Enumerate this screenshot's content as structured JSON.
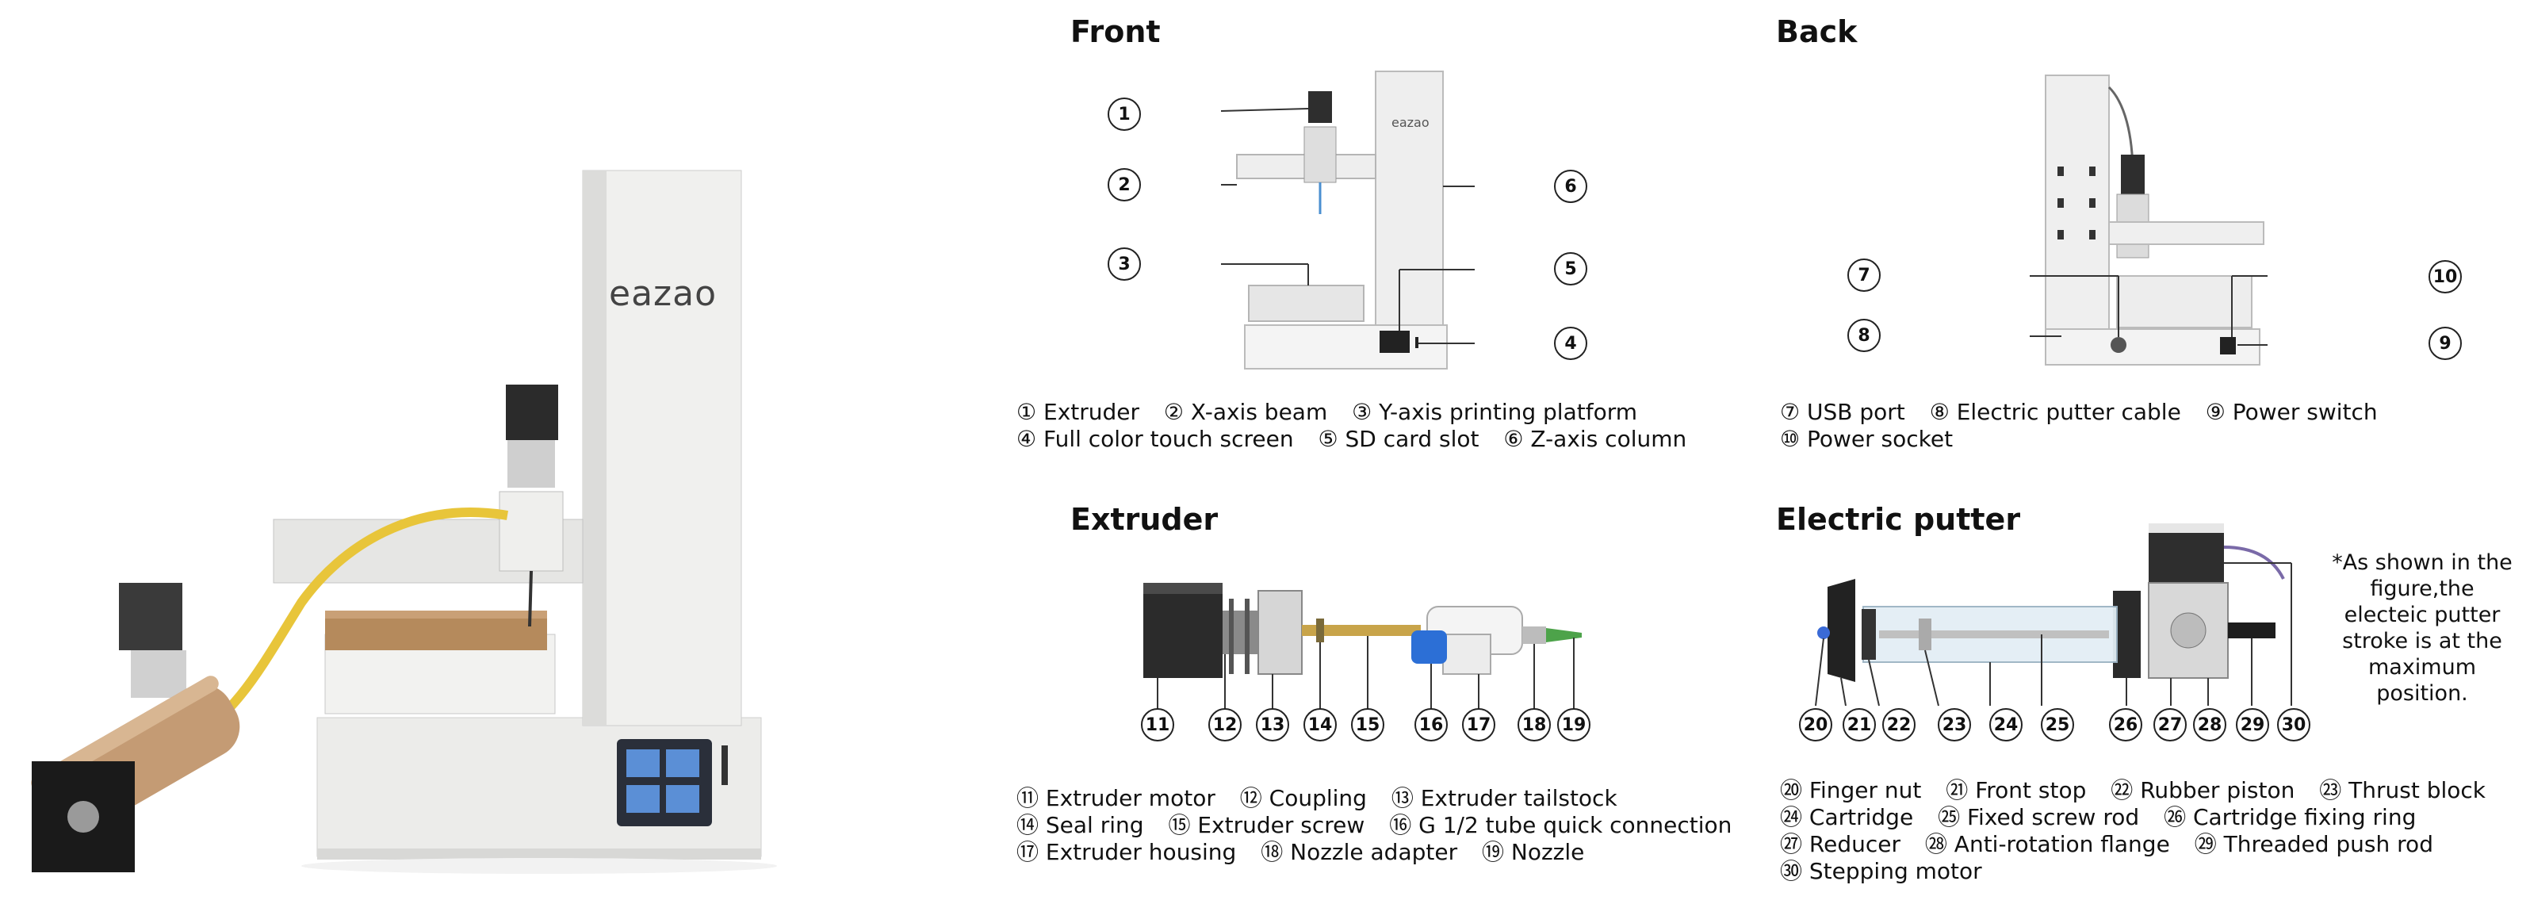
{
  "sections": {
    "front": {
      "title": "Front"
    },
    "back": {
      "title": "Back"
    },
    "extruder": {
      "title": "Extruder"
    },
    "putter": {
      "title": "Electric putter"
    }
  },
  "brand": {
    "logo_text": "eazao"
  },
  "callouts": {
    "c1": "1",
    "c2": "2",
    "c3": "3",
    "c4": "4",
    "c5": "5",
    "c6": "6",
    "c7": "7",
    "c8": "8",
    "c9": "9",
    "c10": "10",
    "c11": "11",
    "c12": "12",
    "c13": "13",
    "c14": "14",
    "c15": "15",
    "c16": "16",
    "c17": "17",
    "c18": "18",
    "c19": "19",
    "c20": "20",
    "c21": "21",
    "c22": "22",
    "c23": "23",
    "c24": "24",
    "c25": "25",
    "c26": "26",
    "c27": "27",
    "c28": "28",
    "c29": "29",
    "c30": "30"
  },
  "legends": {
    "front": {
      "line1": [
        "① Extruder",
        "② X-axis beam",
        "③ Y-axis printing platform"
      ],
      "line2": [
        "④ Full color touch screen",
        "⑤ SD card slot",
        "⑥ Z-axis column"
      ]
    },
    "back": {
      "line1": [
        "⑦ USB port",
        "⑧ Electric putter cable",
        "⑨ Power switch"
      ],
      "line2": [
        "⑩ Power socket"
      ]
    },
    "extruder": {
      "line1": [
        "⑪ Extruder motor",
        "⑫ Coupling",
        "⑬ Extruder tailstock"
      ],
      "line2": [
        "⑭ Seal ring",
        "⑮ Extruder screw",
        "⑯ G 1/2 tube quick connection"
      ],
      "line3": [
        "⑰ Extruder housing",
        "⑱ Nozzle adapter",
        "⑲ Nozzle"
      ]
    },
    "putter": {
      "line1": [
        "⑳ Finger nut",
        "㉑ Front stop",
        "㉒ Rubber piston",
        "㉓ Thrust block"
      ],
      "line2": [
        "㉔ Cartridge",
        "㉕ Fixed screw rod",
        "㉖ Cartridge fixing ring"
      ],
      "line3": [
        "㉗ Reducer",
        "㉘ Anti-rotation flange",
        "㉙ Threaded push rod"
      ],
      "line4": [
        "㉚ Stepping motor"
      ]
    }
  },
  "putter_note": [
    "*As shown in the",
    "figure,the",
    "electeic putter",
    "stroke is at the",
    "maximum",
    "position."
  ]
}
